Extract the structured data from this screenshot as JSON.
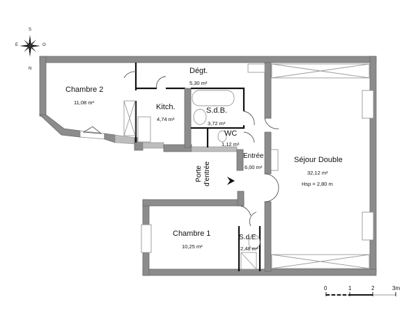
{
  "plan": {
    "compass": {
      "north": "N",
      "south": "S",
      "east": "E",
      "west": "O"
    },
    "rooms": [
      {
        "id": "chambre-2",
        "name": "Chambre 2",
        "area": "11,08 m²"
      },
      {
        "id": "kitchen",
        "name": "Kitch.",
        "area": "4,74 m²"
      },
      {
        "id": "degt",
        "name": "Dégt.",
        "area": "5,30 m²"
      },
      {
        "id": "sdb",
        "name": "S.d.B.",
        "area": "3,72 m²"
      },
      {
        "id": "wc",
        "name": "WC",
        "area": "1,12 m²"
      },
      {
        "id": "entree",
        "name": "Entrée",
        "area": "6,00 m²"
      },
      {
        "id": "sejour",
        "name": "Séjour Double",
        "area": "32,12 m²",
        "note": "Hsp = 2,80 m"
      },
      {
        "id": "chambre-1",
        "name": "Chambre 1",
        "area": "10,25 m²"
      },
      {
        "id": "sde",
        "name": "S.d.E.",
        "area": "2,48 m²"
      }
    ],
    "entrance_door": {
      "line1": "Porte",
      "line2": "d'entrée"
    },
    "scale": {
      "ticks": [
        "0",
        "1",
        "2",
        "3m"
      ]
    },
    "colors": {
      "wall": "#8c8c8c",
      "partition": "#111111",
      "background": "#ffffff"
    }
  }
}
